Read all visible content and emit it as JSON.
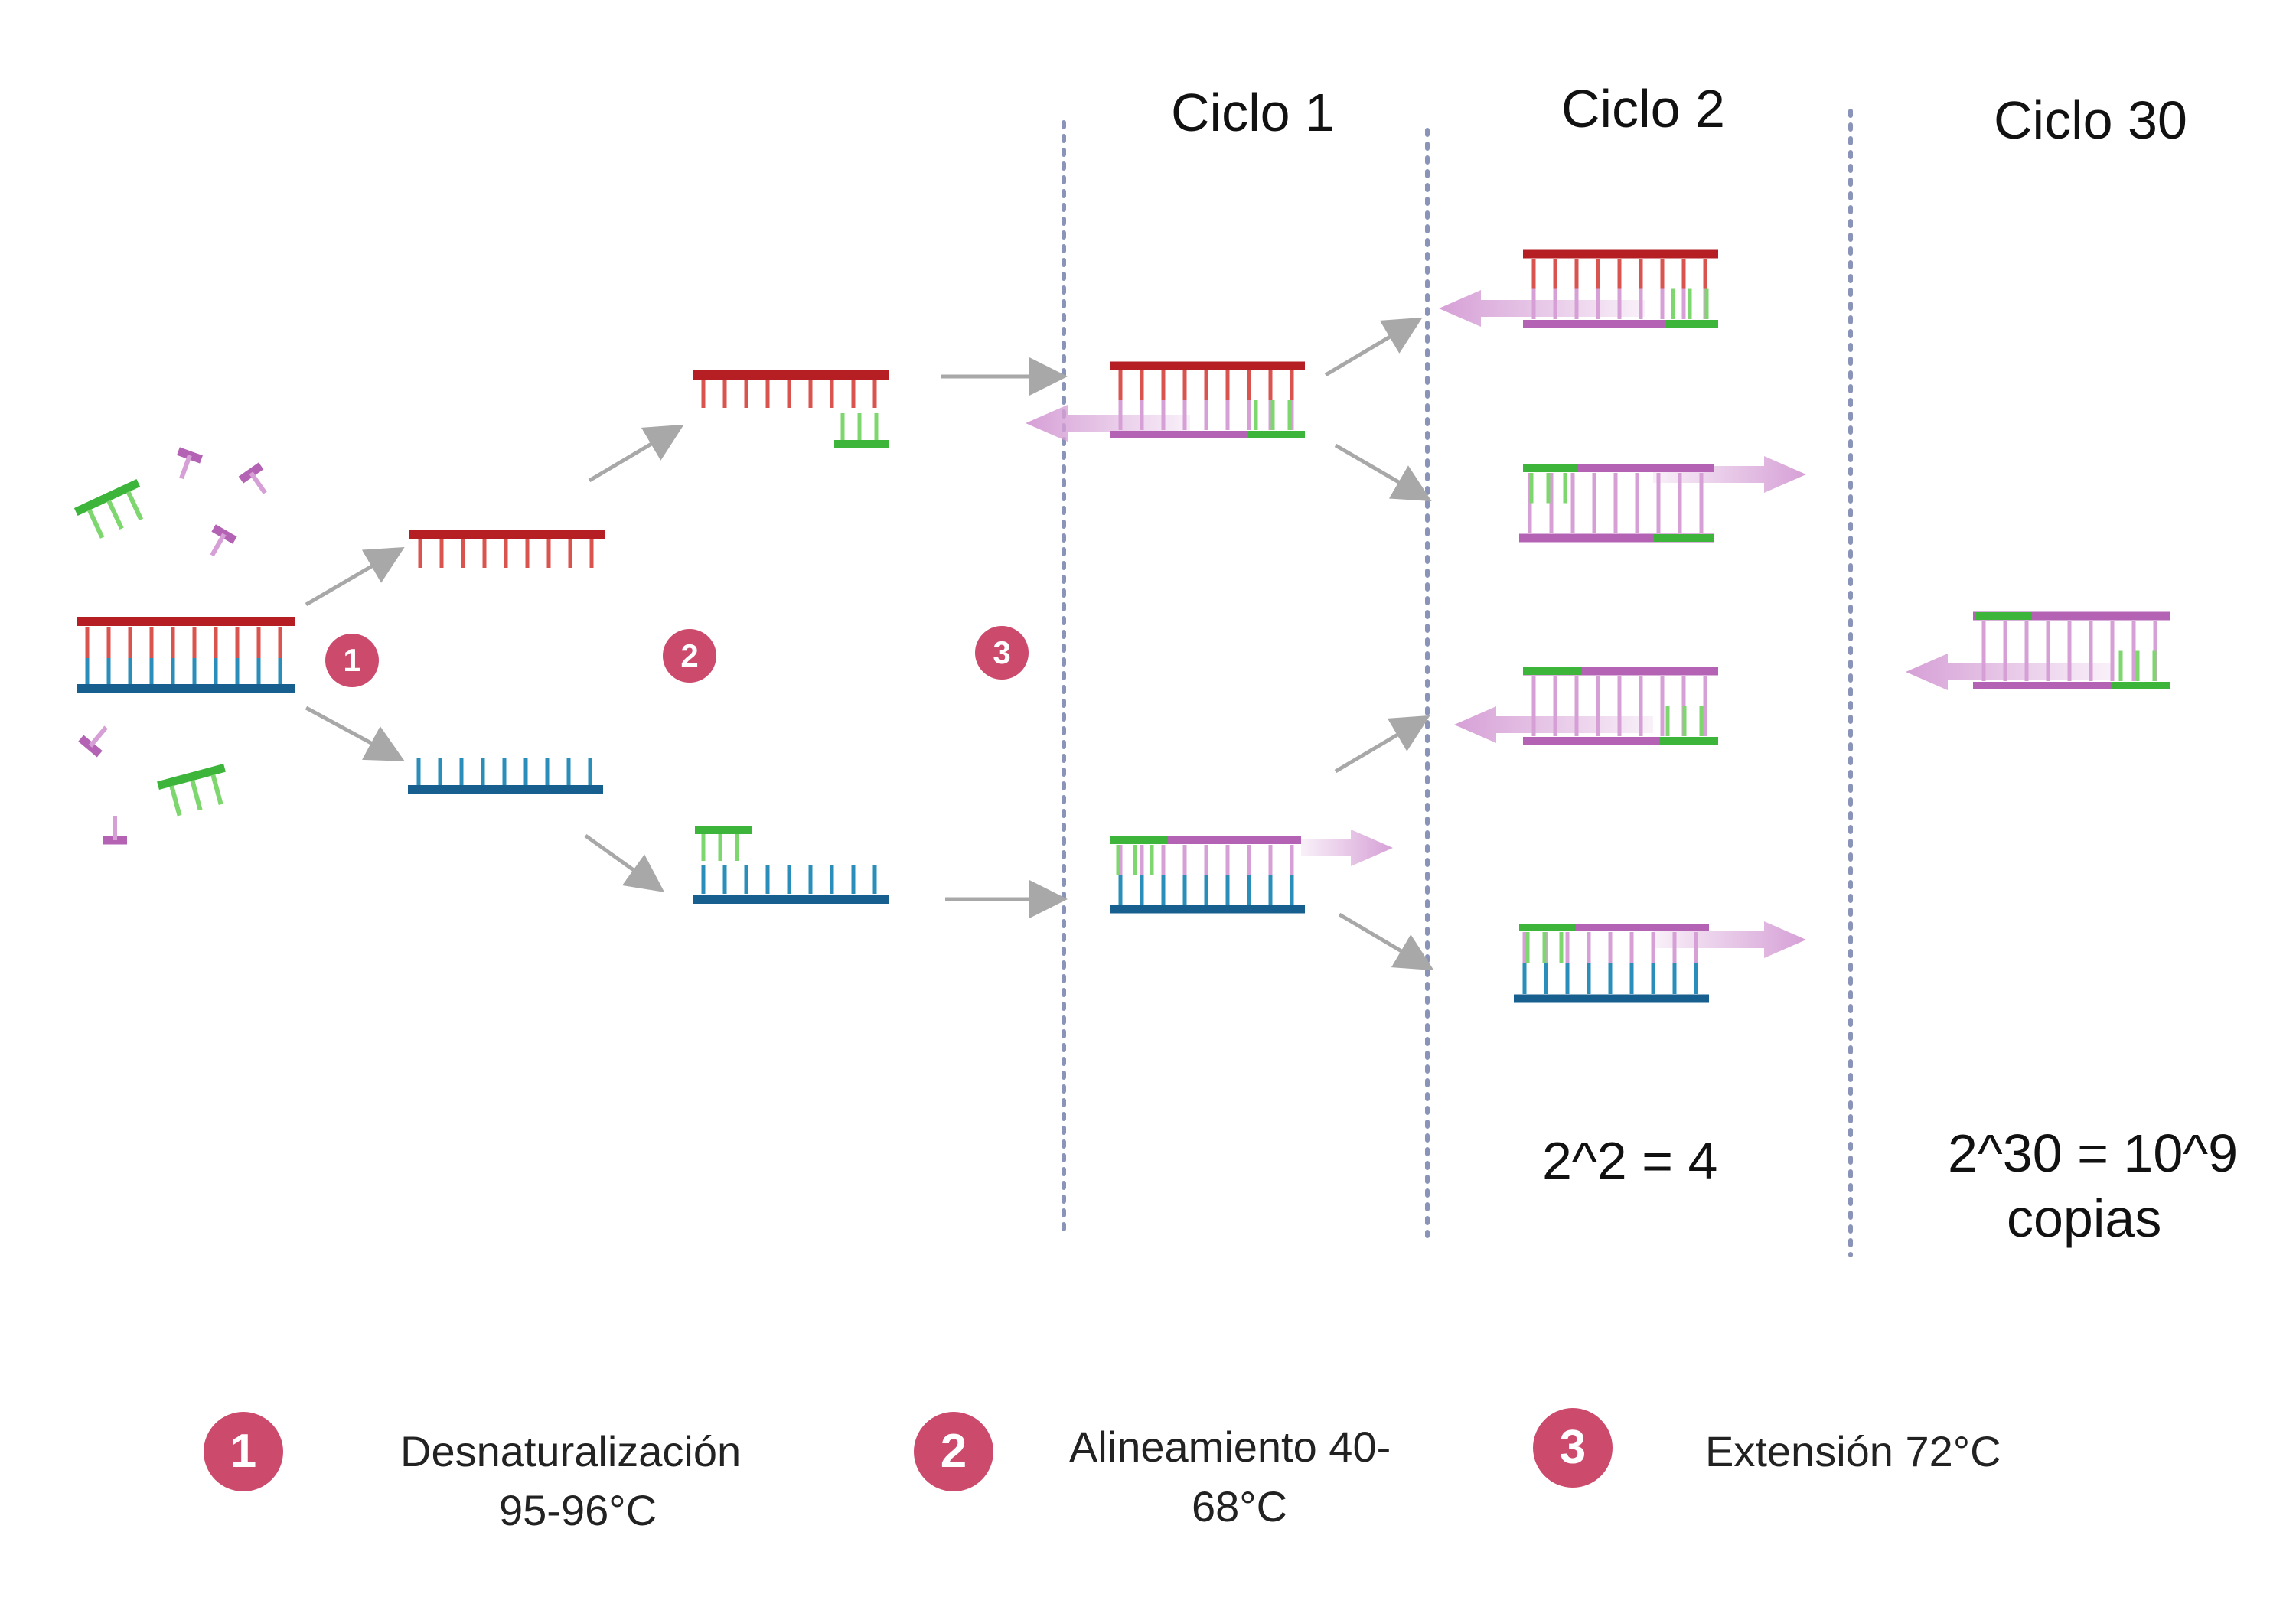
{
  "cycle_labels": {
    "c1": "Ciclo 1",
    "c2": "Ciclo 2",
    "c30": "Ciclo 30"
  },
  "results": {
    "cycle2": "2^2 = 4",
    "cycle30_line1": "2^30 = 10^9",
    "cycle30_line2": "copias"
  },
  "step_markers": {
    "s1": "1",
    "s2": "2",
    "s3": "3"
  },
  "legend": {
    "step1_line1": "Desnaturalización",
    "step1_line2": "95-96°C",
    "step2_line1": "Alineamiento 40-",
    "step2_line2": "68°C",
    "step3_line1": "Extensión 72°C"
  },
  "colors": {
    "template_red": "#b51f24",
    "template_blue": "#165f8f",
    "teeth_blue": "#2a8dba",
    "primer_green": "#3db53a",
    "primer_green_light": "#7ed66e",
    "new_strand": "#b463b4",
    "new_strand_light": "#d6a0d6",
    "arrow_grey": "#a8a8a8",
    "cycle_divider": "#8a94b8",
    "step_marker": "#cc4a6c"
  }
}
